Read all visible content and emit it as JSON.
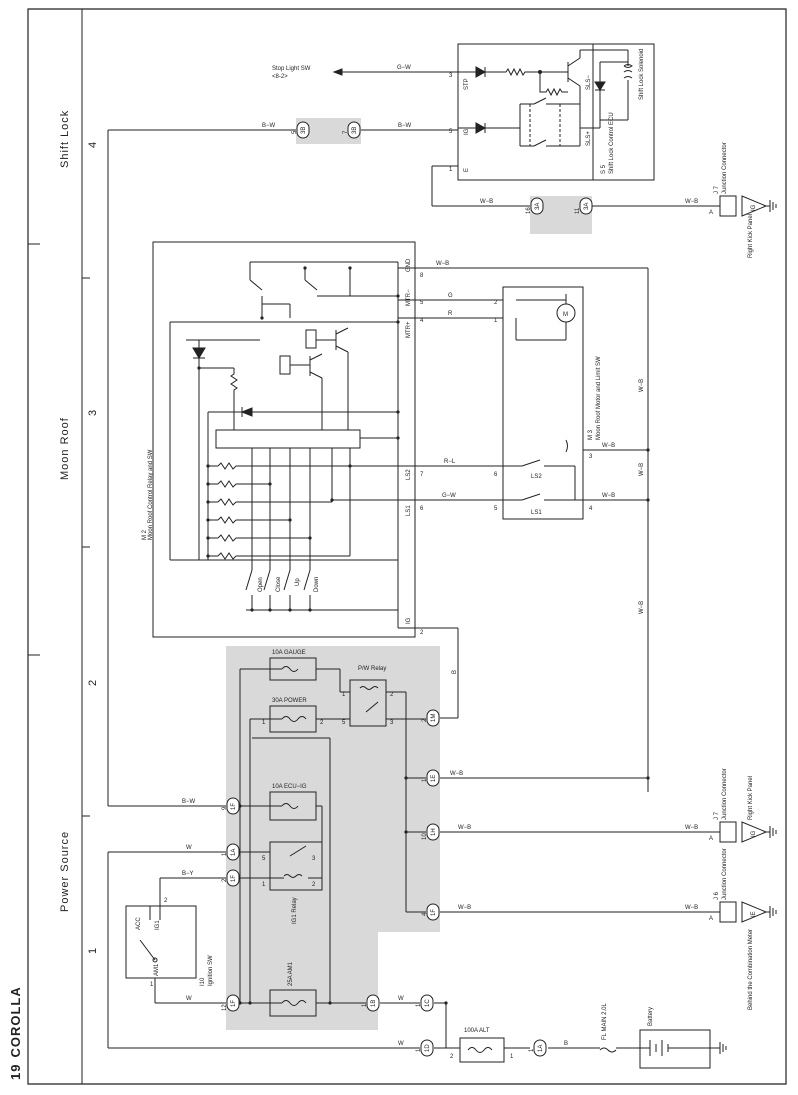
{
  "page": {
    "number": "19",
    "model": "COROLLA"
  },
  "sections": [
    {
      "title": "Shift Lock",
      "column": "4"
    },
    {
      "title": "Moon Roof",
      "column": "3"
    },
    {
      "title": "Power Source",
      "column": "2"
    },
    {
      "column": "1"
    }
  ],
  "components": {
    "stop_light": {
      "name": "Stop Light SW",
      "ref": "<8-2>"
    },
    "s5": {
      "id": "S 5",
      "name": "Shift Lock Control ECU",
      "solenoid": "Shift Lock Solenoid",
      "pins": {
        "stp": "STP",
        "ig": "IG",
        "e": "E",
        "sls_minus": "SLS−",
        "sls_plus": "SLS+"
      },
      "pin_numbers": [
        "3",
        "5",
        "1"
      ]
    },
    "j7": {
      "id": "J 7",
      "name": "Junction Connector",
      "pin_a": "A",
      "ground": "IG",
      "location": "Right Kick Panel"
    },
    "j7b": {
      "id": "J 7",
      "name": "Junction Connector",
      "pin_a": "A",
      "ground": "IG",
      "location": "Right Kick Panel"
    },
    "j6": {
      "id": "J 6",
      "name": "Junction Connector",
      "pin_a": "A",
      "ground": "IE",
      "location": "Behind the Combination Meter"
    },
    "m2": {
      "id": "M 2",
      "name": "Moon Roof Control Relay and SW",
      "pins": {
        "gnd": "GND",
        "mtr_minus": "MTR−",
        "mtr_plus": "MTR+",
        "ls2": "LS2",
        "ls1": "LS1",
        "ig": "IG"
      },
      "pin_numbers": {
        "gnd": "8",
        "mtr_minus": "5",
        "mtr_plus": "4",
        "ls2": "7",
        "ls1": "6",
        "ig": "2"
      },
      "switches": [
        "Open",
        "Close",
        "Up",
        "Down"
      ]
    },
    "m3": {
      "id": "M 3",
      "name": "Moon Roof Motor and Limit SW",
      "motor": "M",
      "ls2": "LS2",
      "ls1": "LS1",
      "pins": [
        "2",
        "1",
        "6",
        "5",
        "3",
        "4"
      ]
    },
    "fuses": {
      "gauge": "10A GAUGE",
      "power": "30A POWER",
      "ecu_ig": "10A ECU−IG",
      "am1": "25A AM1",
      "alt": "100A ALT",
      "fl_main": "FL MAIN 2.0L"
    },
    "pw_relay": {
      "name": "P/W Relay",
      "pins": [
        "1",
        "2",
        "5",
        "3"
      ]
    },
    "ig1_relay": {
      "name": "IG1 Relay",
      "pins": [
        "5",
        "3",
        "1",
        "2"
      ]
    },
    "i10": {
      "id": "I10",
      "name": "Ignition SW",
      "acc": "ACC",
      "ig1": "IG1",
      "am1": "AM1",
      "pins": [
        "1",
        "2"
      ]
    },
    "battery": {
      "name": "Battery"
    },
    "power_pins": [
      "1",
      "2",
      "1",
      "2"
    ]
  },
  "connectors": [
    {
      "code": "3B",
      "num": "5"
    },
    {
      "code": "3B",
      "num": "7"
    },
    {
      "code": "3A",
      "num": "16"
    },
    {
      "code": "3A",
      "num": "11"
    },
    {
      "code": "1M",
      "num": "2"
    },
    {
      "code": "1E",
      "num": "1"
    },
    {
      "code": "1F",
      "num": "9"
    },
    {
      "code": "1H",
      "num": "10"
    },
    {
      "code": "1A",
      "num": "1"
    },
    {
      "code": "1F",
      "num": "2"
    },
    {
      "code": "1F",
      "num": "4"
    },
    {
      "code": "1F",
      "num": "12"
    },
    {
      "code": "1B",
      "num": "1"
    },
    {
      "code": "1C",
      "num": "1"
    },
    {
      "code": "1D",
      "num": "1"
    },
    {
      "code": "1A",
      "num": "1"
    }
  ],
  "wires": {
    "gw": "G−W",
    "bw": "B−W",
    "wb": "W−B",
    "g": "G",
    "r": "R",
    "rl": "R−L",
    "b": "B",
    "w": "W",
    "by": "B−Y"
  },
  "colors": {
    "splice_box": "#d9d9d9",
    "line": "#222222"
  }
}
